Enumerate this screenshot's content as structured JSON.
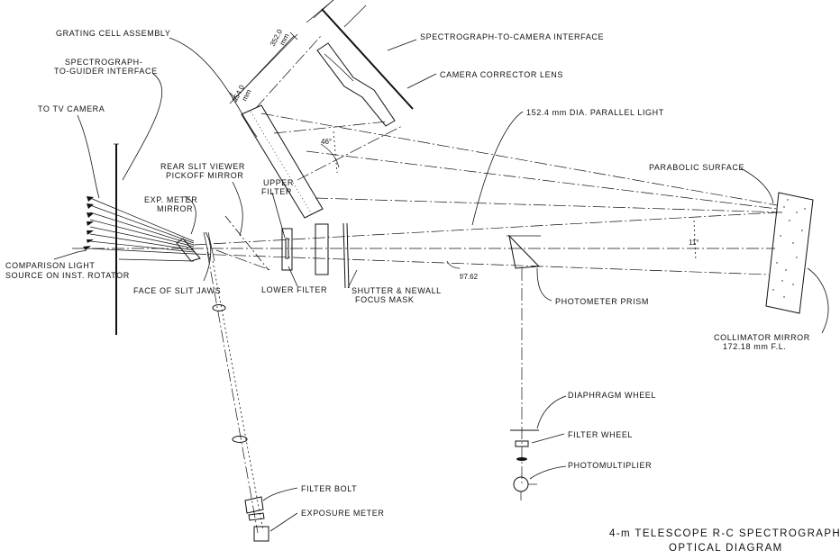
{
  "title": {
    "line1": "4-m TELESCOPE R-C SPECTROGRAPH",
    "line2": "OPTICAL DIAGRAM"
  },
  "labels": {
    "grating_cell": "GRATING CELL ASSEMBLY",
    "spec_guider_1": "SPECTROGRAPH-",
    "spec_guider_2": "TO-GUIDER INTERFACE",
    "tv_camera": "TO TV CAMERA",
    "comparison_1": "COMPARISON LIGHT",
    "comparison_2": "SOURCE ON INST. ROTATOR",
    "face_slit": "FACE OF SLIT JAWS",
    "exp_meter_mirror_1": "EXP. METER",
    "exp_meter_mirror_2": "MIRROR",
    "rear_slit_1": "REAR SLIT VIEWER",
    "rear_slit_2": "PICKOFF MIRROR",
    "upper_filter_1": "UPPER",
    "upper_filter_2": "FILTER",
    "lower_filter": "LOWER FILTER",
    "shutter_1": "SHUTTER & NEWALL",
    "shutter_2": "FOCUS MASK",
    "spec_camera": "SPECTROGRAPH-TO-CAMERA INTERFACE",
    "camera_lens": "CAMERA CORRECTOR LENS",
    "parallel_light": "152.4 mm DIA. PARALLEL LIGHT",
    "parabolic": "PARABOLIC SURFACE",
    "collimator_1": "COLLIMATOR MIRROR",
    "collimator_2": "172.18 mm F.L.",
    "photometer_prism": "PHOTOMETER PRISM",
    "diaphragm": "DIAPHRAGM WHEEL",
    "filter_wheel": "FILTER WHEEL",
    "photomultiplier": "PHOTOMULTIPLIER",
    "filter_bolt": "FILTER BOLT",
    "exposure_meter": "EXPOSURE METER"
  },
  "dimensions": {
    "d1_value": "352.0",
    "d1_unit": "mm",
    "d2_value": "254.0",
    "d2_unit": "mm",
    "angle_46": "46°",
    "angle_11": "11°",
    "focal_ratio": "f/7.62"
  }
}
